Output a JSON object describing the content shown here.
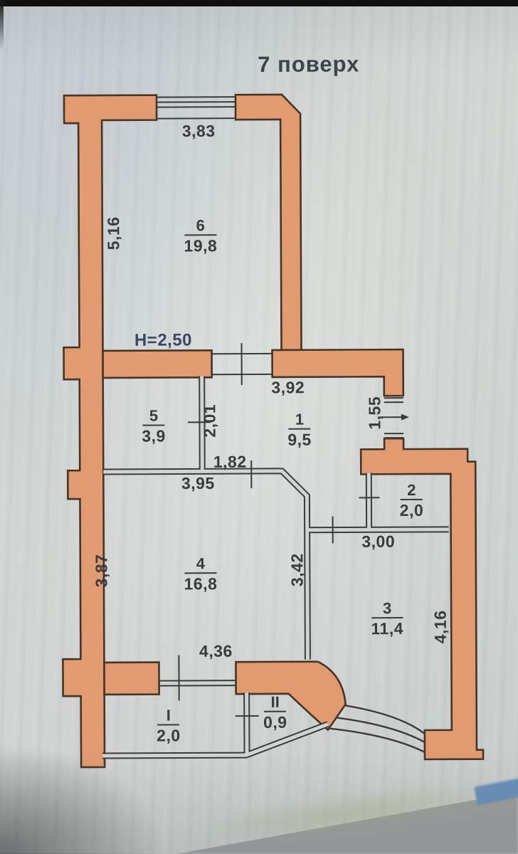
{
  "title": "7 поверх",
  "plan": {
    "height_note": "H=2,50",
    "rooms": [
      {
        "number": "6",
        "area": "19,8"
      },
      {
        "number": "5",
        "area": "3,9"
      },
      {
        "number": "1",
        "area": "9,5"
      },
      {
        "number": "2",
        "area": "2,0"
      },
      {
        "number": "4",
        "area": "16,8"
      },
      {
        "number": "3",
        "area": "11,4"
      },
      {
        "number": "I",
        "area": "2,0"
      },
      {
        "number": "II",
        "area": "0,9"
      }
    ],
    "dimensions": {
      "room6_width": "3,83",
      "room6_depth": "5,16",
      "hall_width": "3,92",
      "right_window": "1,55",
      "partition": "2,01",
      "inner_opening": "1,82",
      "room4_width": "3,95",
      "room2_width": "3,00",
      "room4_depth": "3,87",
      "corridor": "3,42",
      "room3_depth": "4,16",
      "room4_bottom": "4,36"
    }
  },
  "colors": {
    "wall-fill": "#e29b70",
    "wall-stroke": "#463527",
    "paper": "#d0d5d3",
    "ink": "#3a3b3d",
    "height-note-ink": "#3c4766"
  }
}
